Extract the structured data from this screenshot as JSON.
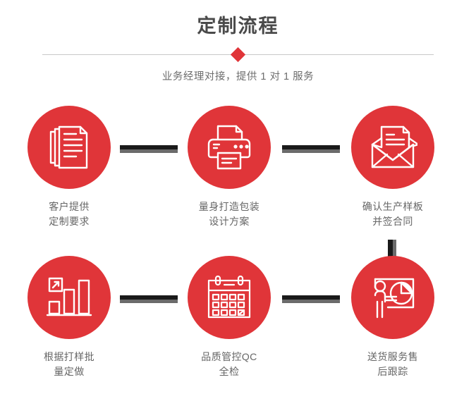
{
  "header": {
    "title": "定制流程",
    "subtitle": "业务经理对接，提供 1 对 1 服务",
    "accent_color": "#e03539",
    "divider_color": "#c9c9c9",
    "title_color": "#4a4a4a",
    "subtitle_color": "#6d6d6d"
  },
  "flow": {
    "connector_color": "#1a1a1a",
    "connector_shadow_color": "#6b6b6b",
    "circle_color": "#e03539",
    "label_color": "#666666",
    "steps": [
      {
        "index": 1,
        "icon": "documents-stack-icon",
        "label": "客户提供\n定制要求"
      },
      {
        "index": 2,
        "icon": "printer-icon",
        "label": "量身打造包装\n设计方案"
      },
      {
        "index": 3,
        "icon": "envelope-letter-icon",
        "label": "确认生产样板\n并签合同"
      },
      {
        "index": 4,
        "icon": "bar-chart-growth-icon",
        "label": "根据打样批\n量定做"
      },
      {
        "index": 5,
        "icon": "calendar-icon",
        "label": "品质管控QC\n全检"
      },
      {
        "index": 6,
        "icon": "presentation-pie-chart-icon",
        "label": "送货服务售\n后跟踪"
      }
    ]
  }
}
